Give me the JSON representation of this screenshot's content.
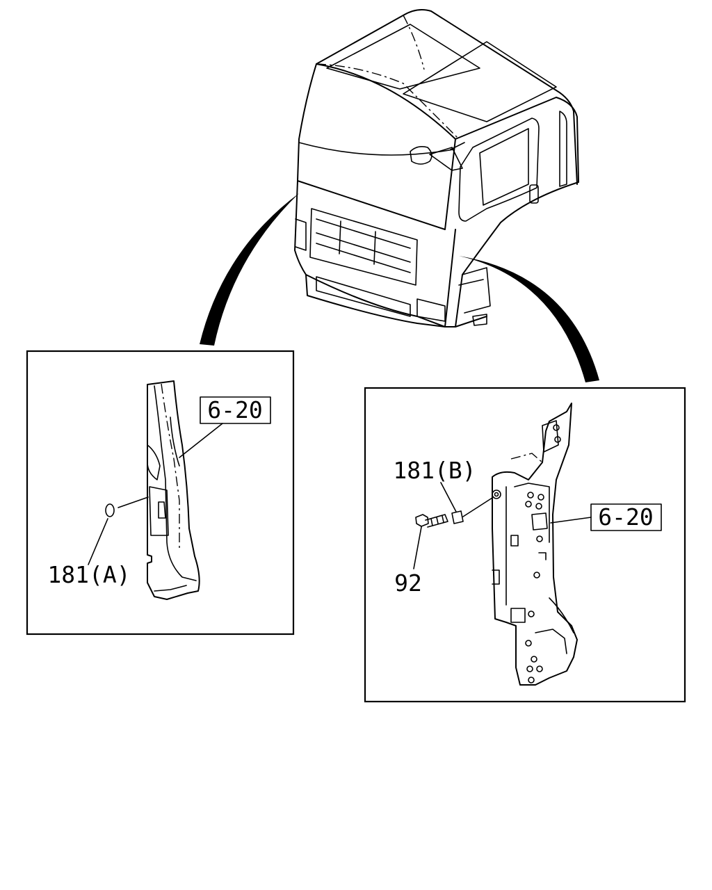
{
  "left_detail": {
    "ref_box": "6-20",
    "callout_part": "181(A)"
  },
  "right_detail": {
    "ref_box": "6-20",
    "callout_part_1": "181(B)",
    "callout_part_2": "92"
  }
}
